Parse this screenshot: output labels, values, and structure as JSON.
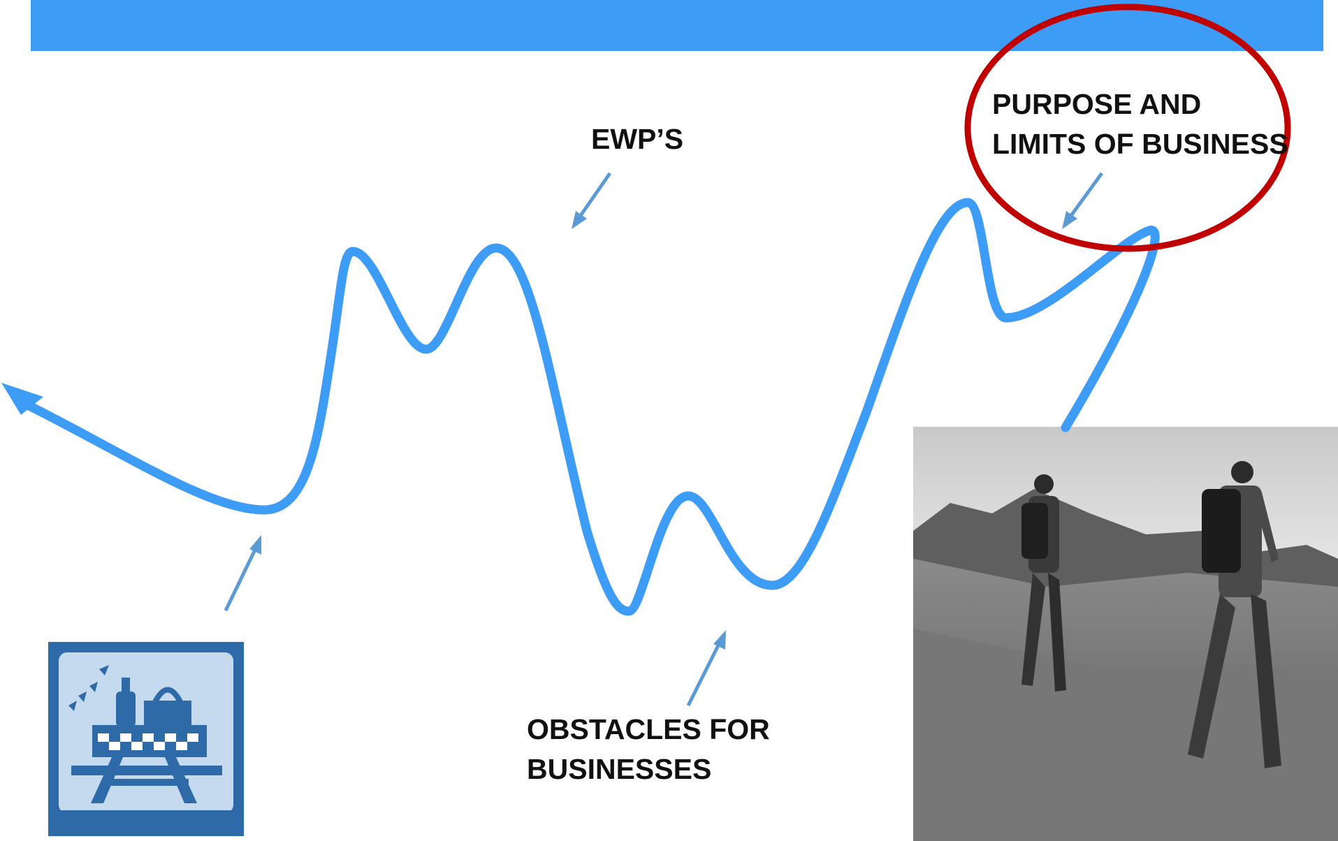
{
  "labels": {
    "ewps": "EWP’S",
    "purpose": [
      "PURPOSE AND",
      "LIMITS OF BUSINESS"
    ],
    "obstacles": [
      "OBSTACLES FOR",
      "BUSINESSES"
    ]
  },
  "icons": {
    "picnic": "picnic-table-icon",
    "hikers": "hikers-photo"
  },
  "colors": {
    "bar": "#3d9cf6",
    "curve": "#3d9cf6",
    "pointer": "#5b9bd5",
    "circle": "#c00000",
    "icon_bg": "#2f6aa8",
    "icon_inner": "#c5d9ef"
  }
}
